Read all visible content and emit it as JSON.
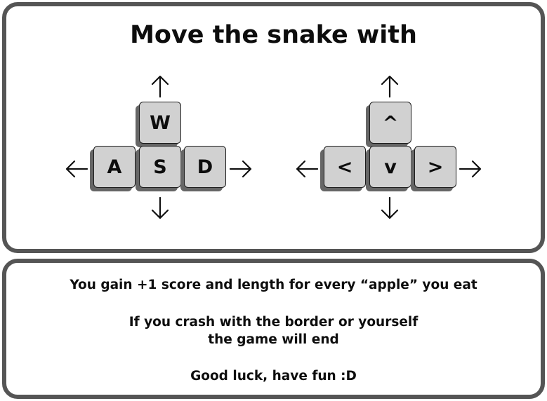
{
  "title": "Move the snake with",
  "wasd": {
    "up": "W",
    "left": "A",
    "down": "S",
    "right": "D"
  },
  "arrows": {
    "up": "^",
    "left": "<",
    "down": "v",
    "right": ">"
  },
  "info": {
    "line1": "You gain +1 score and length for every “apple” you eat",
    "line2": "If you crash with the border or yourself",
    "line3": "the game will end",
    "line4": "Good luck, have fun :D"
  },
  "colors": {
    "panel_border": "#555555",
    "key_face": "#d1d1d1",
    "key_shadow": "#666666",
    "text": "#0d0d0d"
  },
  "icons": [
    "arrow-up-icon",
    "arrow-down-icon",
    "arrow-left-icon",
    "arrow-right-icon"
  ]
}
